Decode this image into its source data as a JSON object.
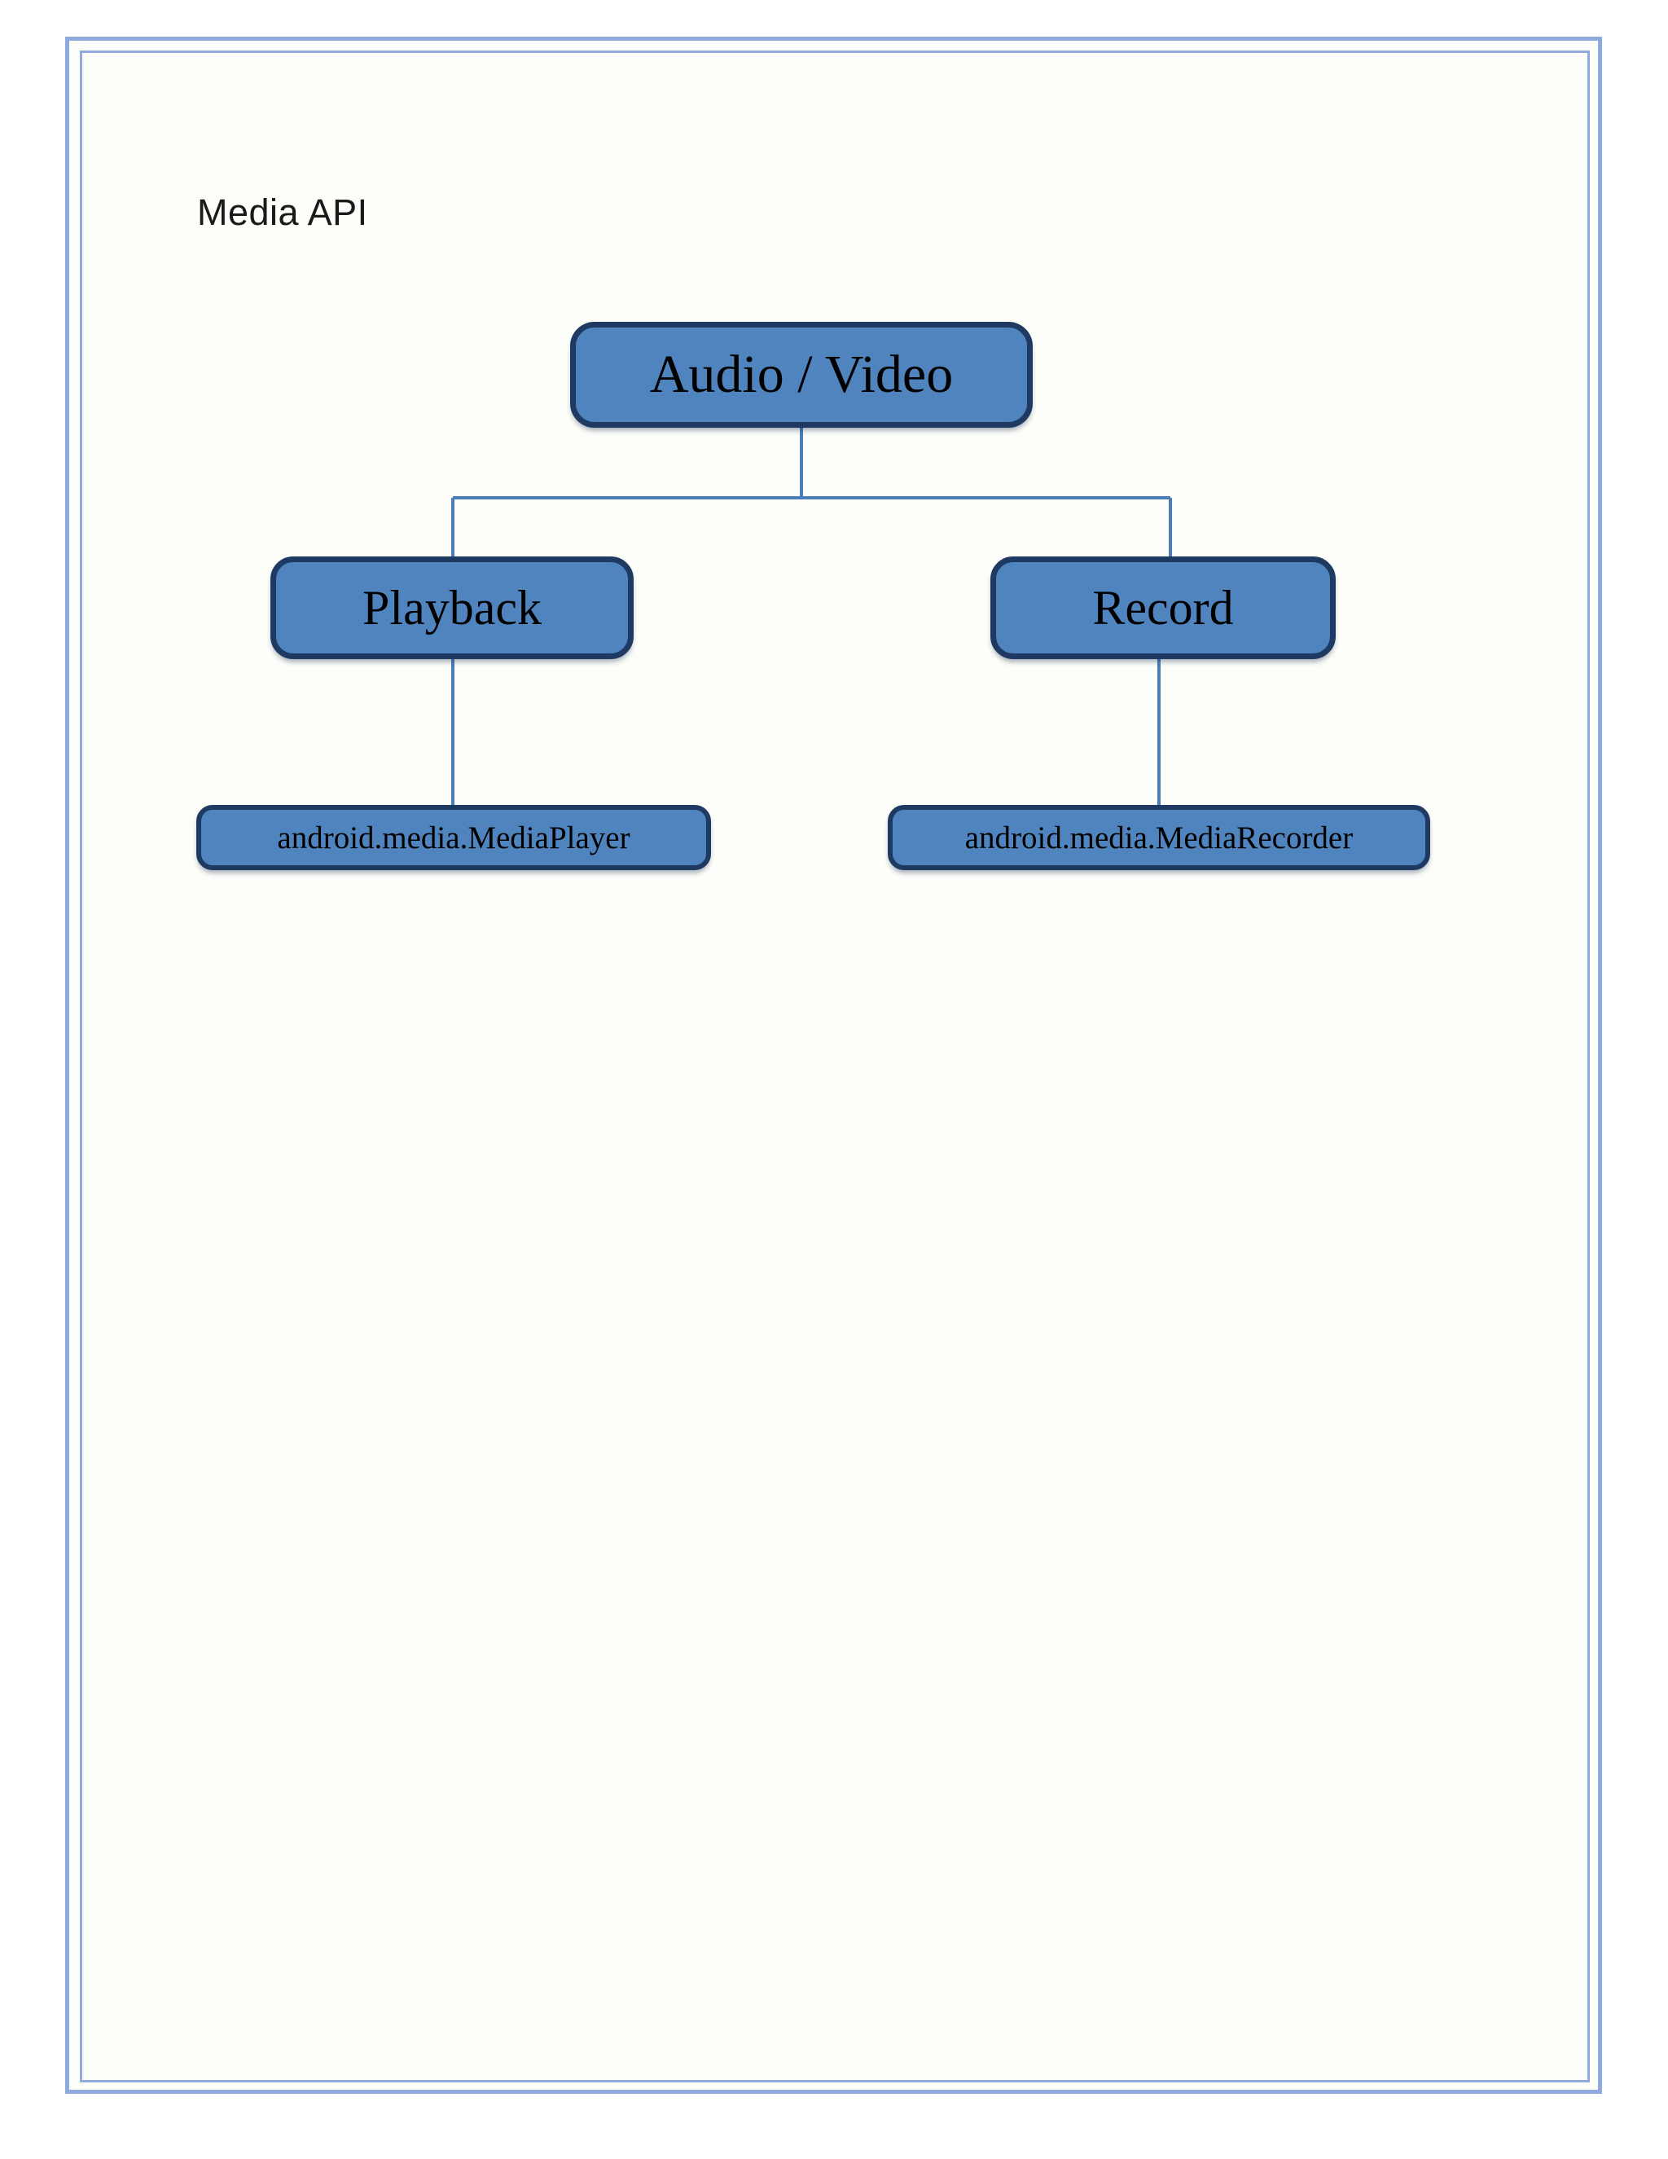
{
  "document": {
    "title": "Media API",
    "background_color": "#FDFEFA",
    "frame_color": "#8FAADC"
  },
  "diagram": {
    "type": "tree",
    "node_fill_color": "#4F84BE",
    "node_border_color": "#1F3A62",
    "node_text_color": "#000000",
    "connector_color": "#4A7EBB",
    "nodes": [
      {
        "id": "audio-video",
        "label": "Audio / Video",
        "level": 0
      },
      {
        "id": "playback",
        "label": "Playback",
        "level": 1
      },
      {
        "id": "record",
        "label": "Record",
        "level": 1
      },
      {
        "id": "mediaplayer",
        "label": "android.media.MediaPlayer",
        "level": 2
      },
      {
        "id": "mediarecorder",
        "label": "android.media.MediaRecorder",
        "level": 2
      }
    ],
    "edges": [
      {
        "from": "audio-video",
        "to": "playback"
      },
      {
        "from": "audio-video",
        "to": "record"
      },
      {
        "from": "playback",
        "to": "mediaplayer"
      },
      {
        "from": "record",
        "to": "mediarecorder"
      }
    ]
  }
}
